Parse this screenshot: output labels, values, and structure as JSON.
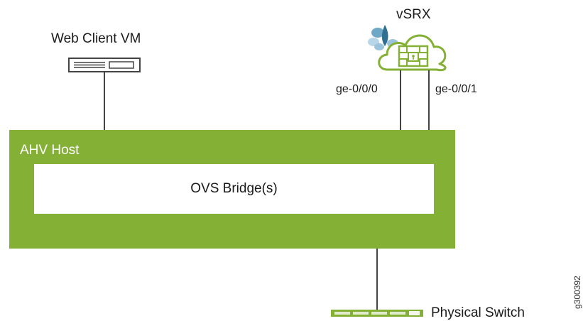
{
  "diagram": {
    "web_client_label": "Web Client VM",
    "vsrx_label": "vSRX",
    "port_left": "ge-0/0/0",
    "port_right": "ge-0/0/1",
    "host_label": "AHV Host",
    "bridge_label": "OVS Bridge(s)",
    "switch_label": "Physical Switch",
    "figure_id": "g300392"
  },
  "colors": {
    "host_green": "#84b135",
    "cloud_green": "#84b135",
    "wire": "#444444"
  },
  "icons": [
    "server-icon",
    "cloud-firewall-icon",
    "network-switch-icon"
  ]
}
